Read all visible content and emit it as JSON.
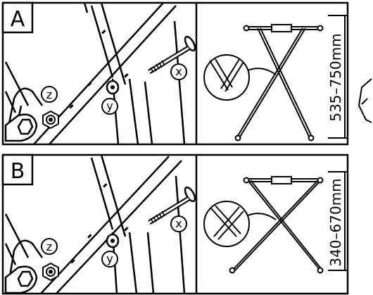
{
  "panels": [
    {
      "letter": "A",
      "labels": {
        "x": "x",
        "y": "y",
        "z": "z"
      },
      "dimension": "535–750mm"
    },
    {
      "letter": "B",
      "labels": {
        "x": "x",
        "y": "y",
        "z": "z"
      },
      "dimension": "340–670mm"
    }
  ],
  "colors": {
    "ink": "#000000",
    "paper": "#ffffff"
  }
}
